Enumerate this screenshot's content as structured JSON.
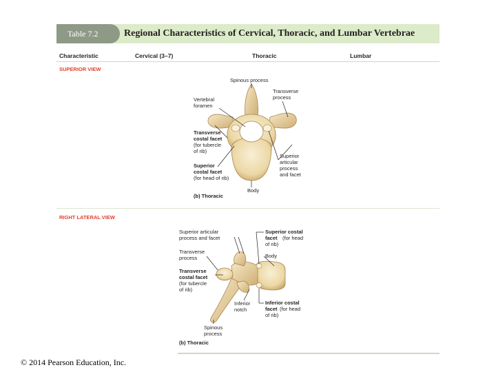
{
  "title": {
    "tab_label": "Table 7.2",
    "heading": "Regional Characteristics of Cervical, Thoracic, and Lumbar Vertebrae"
  },
  "columns": [
    "Characteristic",
    "Cervical (3–7)",
    "Thoracic",
    "Lumbar"
  ],
  "sections": {
    "superior_view": "SUPERIOR VIEW",
    "right_lateral_view": "RIGHT LATERAL VIEW"
  },
  "superior_figure": {
    "labels": {
      "spinous_process": "Spinous process",
      "transverse_process": [
        "Transverse",
        "process"
      ],
      "vertebral_foramen": [
        "Vertebral",
        "foramen"
      ],
      "transverse_costal_facet": [
        "Transverse",
        "costal facet",
        "(for tubercle",
        "of rib)"
      ],
      "superior_articular": [
        "Superior",
        "articular",
        "process",
        "and facet"
      ],
      "superior_costal_facet": [
        "Superior",
        "costal facet",
        "(for head of rib)"
      ],
      "body": "Body"
    },
    "caption": "(b) Thoracic"
  },
  "lateral_figure": {
    "labels": {
      "superior_articular": [
        "Superior articular",
        "process and facet"
      ],
      "superior_costal_facet": [
        "Superior costal",
        "facet",
        "(for head",
        "of rib)"
      ],
      "transverse_process": [
        "Transverse",
        "process"
      ],
      "body": "Body",
      "transverse_costal_facet": [
        "Transverse",
        "costal facet",
        "(for tubercle",
        "of rib)"
      ],
      "inferior_notch": [
        "Inferior",
        "notch"
      ],
      "inferior_costal_facet": [
        "Inferior costal",
        "facet",
        "(for head",
        "of rib)"
      ],
      "spinous_process": [
        "Spinous",
        "process"
      ]
    },
    "caption": "(b) Thoracic"
  },
  "colors": {
    "title_bar": "#dcebc9",
    "title_tab": "#8e9a86",
    "section_label": "#e2412d",
    "bone": "#f1e1b8",
    "bone_shadow": "#c9a76a"
  },
  "footer": {
    "copyright": "© 2014 Pearson Education, Inc."
  }
}
